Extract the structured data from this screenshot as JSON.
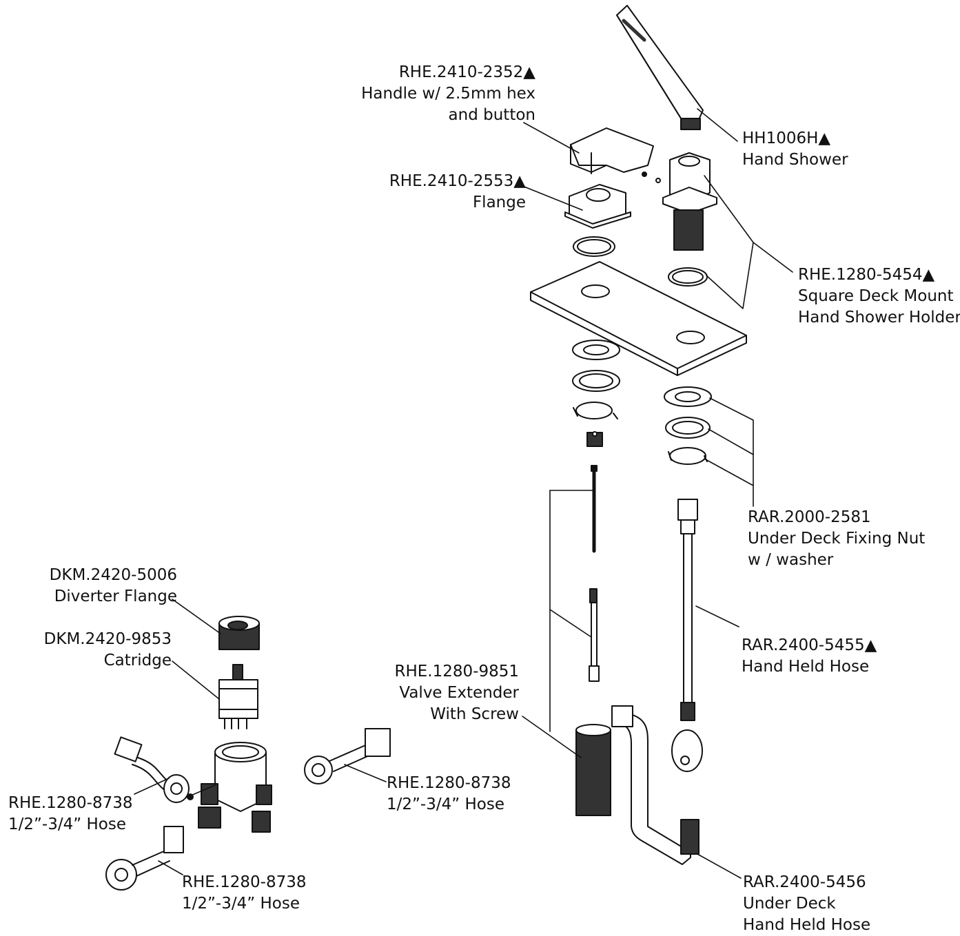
{
  "labels": {
    "handle": {
      "code": "RHE.2410-2352▲",
      "line1": "Handle w/ 2.5mm hex",
      "line2": "and button"
    },
    "hand_shower": {
      "code": "HH1006H▲",
      "line1": "Hand Shower"
    },
    "flange": {
      "code": "RHE.2410-2553▲",
      "line1": "Flange"
    },
    "deck_mount": {
      "code": "RHE.1280-5454▲",
      "line1": "Square Deck Mount",
      "line2": "Hand Shower Holder"
    },
    "fixing_nut": {
      "code": "RAR.2000-2581",
      "line1": "Under Deck Fixing Nut",
      "line2": "w / washer"
    },
    "diverter_flange": {
      "code": "DKM.2420-5006",
      "line1": "Diverter Flange"
    },
    "cartridge": {
      "code": "DKM.2420-9853",
      "line1": "Catridge"
    },
    "hand_held_hose": {
      "code": "RAR.2400-5455▲",
      "line1": "Hand Held Hose"
    },
    "valve_extender": {
      "code": "RHE.1280-9851",
      "line1": "Valve Extender",
      "line2": "With Screw"
    },
    "hose_left": {
      "code": "RHE.1280-8738",
      "line1": "1/2”-3/4” Hose"
    },
    "hose_right": {
      "code": "RHE.1280-8738",
      "line1": "1/2”-3/4” Hose"
    },
    "hose_bottom": {
      "code": "RHE.1280-8738",
      "line1": "1/2”-3/4” Hose"
    },
    "under_deck_hose": {
      "code": "RAR.2400-5456",
      "line1": "Under Deck",
      "line2": "Hand Held Hose"
    }
  }
}
